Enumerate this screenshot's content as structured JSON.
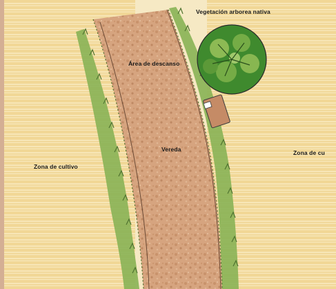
{
  "labels": {
    "vegetacion": "Vegetación arborea nativa",
    "area_descanso": "Área de descanso",
    "vereda": "Vereda",
    "zona_cultivo_left": "Zona de cultivo",
    "zona_cultivo_right": "Zona de cu"
  },
  "colors": {
    "field_yellow": "#f1d48a",
    "field_light": "#f8ebc6",
    "path_fill": "#d4a07c",
    "path_speckle": "#b07a52",
    "grass_green": "#7fa84a",
    "grass_dark": "#4d6e2d",
    "tree_green": "#3f8a2e",
    "tree_light": "#9bc25a",
    "outline": "#3a3a3a"
  },
  "icons": [
    "tree-icon",
    "bench-icon"
  ]
}
